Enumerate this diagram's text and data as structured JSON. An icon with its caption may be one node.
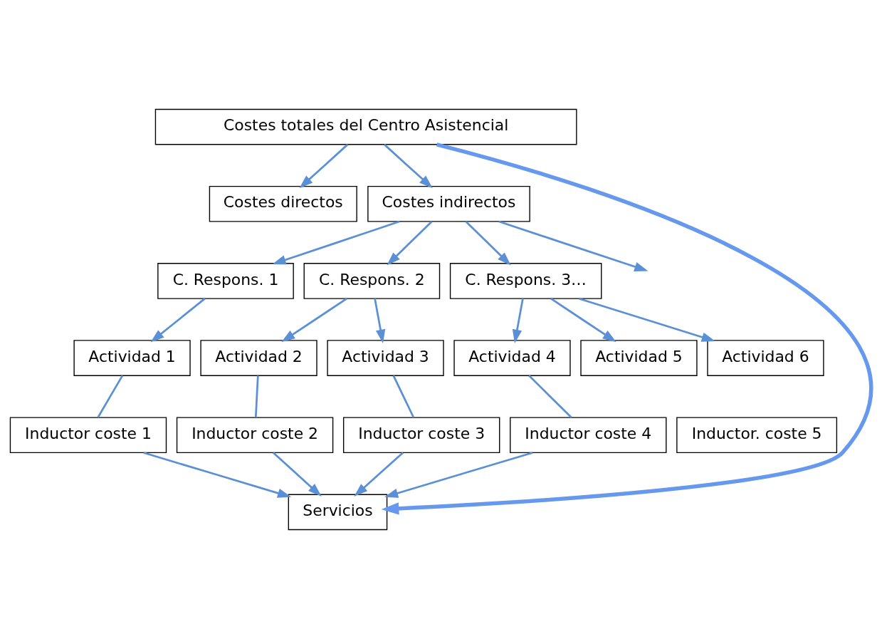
{
  "diagram": {
    "nodes": [
      {
        "text": [
          "Costes totales del Centro Asistencial"
        ]
      },
      {
        "text": [
          "Costes directos"
        ]
      },
      {
        "text": [
          "Costes indirectos"
        ]
      },
      {
        "text": [
          "C. Respons. 1"
        ]
      },
      {
        "text": [
          "C. Respons. 2"
        ]
      },
      {
        "text": [
          "C. Respons. 3…"
        ]
      },
      {
        "text": [
          "Actividad 1"
        ]
      },
      {
        "text": [
          "Actividad 2"
        ]
      },
      {
        "text": [
          "Actividad 3"
        ]
      },
      {
        "text": [
          "Actividad 4"
        ]
      },
      {
        "text": [
          "Actividad 5"
        ]
      },
      {
        "text": [
          "Actividad 6"
        ]
      },
      {
        "text": [
          "Inductor coste 1"
        ]
      },
      {
        "text": [
          "Inductor coste 2"
        ]
      },
      {
        "text": [
          "Inductor coste 3"
        ]
      },
      {
        "text": [
          "Inductor coste 4"
        ]
      },
      {
        "text": [
          "Inductor. coste 5"
        ]
      },
      {
        "text": [
          "Servicios"
        ]
      }
    ],
    "edges": [
      {
        "from": 0,
        "to": 1,
        "arrow": "to"
      },
      {
        "from": 0,
        "to": 2,
        "arrow": "to"
      },
      {
        "from": 2,
        "to": 3,
        "arrow": "to"
      },
      {
        "from": 2,
        "to": 4,
        "arrow": "to"
      },
      {
        "from": 2,
        "to": 5,
        "arrow": "to"
      },
      {
        "from": 2,
        "to": null,
        "arrow": "to"
      },
      {
        "from": 3,
        "to": 6,
        "arrow": "to"
      },
      {
        "from": 4,
        "to": 7,
        "arrow": "to"
      },
      {
        "from": 4,
        "to": 8,
        "arrow": "to"
      },
      {
        "from": 5,
        "to": 9,
        "arrow": "to"
      },
      {
        "from": 5,
        "to": 10,
        "arrow": "to"
      },
      {
        "from": 5,
        "to": 11,
        "arrow": "to"
      },
      {
        "from": 6,
        "to": 12,
        "arrow": "none"
      },
      {
        "from": 7,
        "to": 13,
        "arrow": "none"
      },
      {
        "from": 8,
        "to": 14,
        "arrow": "none"
      },
      {
        "from": 9,
        "to": 15,
        "arrow": "none"
      },
      {
        "from": 12,
        "to": 17,
        "arrow": "to"
      },
      {
        "from": 13,
        "to": 17,
        "arrow": "to"
      },
      {
        "from": 14,
        "to": 17,
        "arrow": "to"
      },
      {
        "from": 15,
        "to": 17,
        "arrow": "to"
      },
      {
        "from": 0,
        "to": 17,
        "arrow": "to",
        "style": "thick",
        "color": "#6699ee"
      }
    ]
  }
}
